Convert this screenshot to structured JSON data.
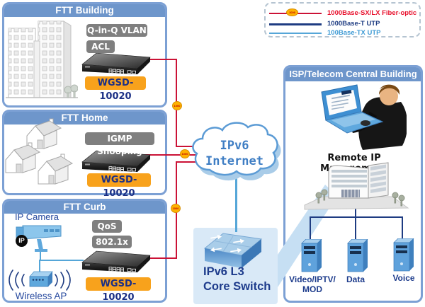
{
  "colors": {
    "fiber_optic_line": "#CB1236",
    "utp1000_line": "#1E3C82",
    "utp100_line": "#55A6D8",
    "section_header_bg": "#6E96CB",
    "section_border": "#7CA0D4",
    "feature_badge_bg": "#7F7F7F",
    "model_badge_bg": "#F8A21C",
    "model_badge_text": "#1B2F85",
    "link_tag_bg": "#FFB200"
  },
  "legend": {
    "items": [
      {
        "label": "1000Base-SX/LX Fiber-optic"
      },
      {
        "label": "1000Base-T UTP"
      },
      {
        "label": "100Base-TX UTP"
      }
    ]
  },
  "link_badge": "1000",
  "sections": {
    "building": {
      "title": "FTT Building",
      "feature1": "Q-in-Q VLAN",
      "feature2": "ACL",
      "model": "WGSD-10020"
    },
    "home": {
      "title": "FTT Home",
      "feature1": "IGMP Snooping",
      "model": "WGSD-10020"
    },
    "curb": {
      "title": "FTT Curb",
      "feature1": "QoS",
      "feature2": "802.1x",
      "model": "WGSD-10020",
      "camera_label": "IP Camera",
      "camera_badge": "IP",
      "ap_label": "Wireless AP"
    },
    "isp": {
      "title": "ISP/Telecom Central Building",
      "management_label": "Remote IP Management",
      "servers": [
        {
          "label_line1": "Video/IPTV/",
          "label_line2": "MOD"
        },
        {
          "label_line1": "Data"
        },
        {
          "label_line1": "Voice"
        }
      ]
    }
  },
  "cloud": {
    "line1": "IPv6",
    "line2": "Internet"
  },
  "core_switch": {
    "line1": "IPv6 L3",
    "line2": "Core Switch"
  }
}
